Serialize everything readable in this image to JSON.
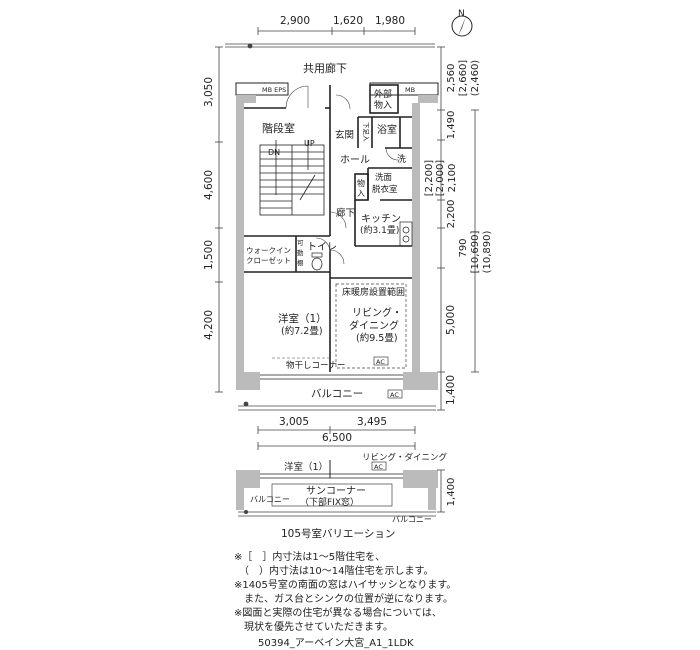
{
  "top_dims": [
    "2,900",
    "1,620",
    "1,980"
  ],
  "left_dims": [
    "3,050",
    "4,600",
    "1,500",
    "4,200"
  ],
  "right_dims_outer": [
    "2,560",
    "[2,660]",
    "(2,460)"
  ],
  "right_dims_mid": [
    "1,490",
    "[2,200]",
    "[2,000]",
    "2,100",
    "2,200",
    "790"
  ],
  "right_dims_total": [
    "[10,690]",
    "(10,890)"
  ],
  "right_dims_lower": [
    "5,000",
    "1,400"
  ],
  "bottom_dims": [
    "3,005",
    "3,495",
    "6,500"
  ],
  "rooms": {
    "common_corridor": "共用廊下",
    "stairs": "階段室",
    "dn": "DN",
    "up": "UP",
    "mb_eps": "MB EPS",
    "mb": "MB",
    "outdoor_storage_1": "外部",
    "outdoor_storage_2": "物入",
    "entrance": "玄関",
    "shoe_storage": "下足入",
    "bath": "浴室",
    "hall": "ホール",
    "wash": "洗",
    "washroom_1": "洗面",
    "washroom_2": "脱衣室",
    "closet_1": "物",
    "closet_2": "入",
    "corridor": "廊下",
    "kitchen": "キッチン",
    "kitchen_size": "(約3.1畳)",
    "walk_in_1": "ウォークイン",
    "walk_in_2": "クローゼット",
    "movable_shelf_1": "可",
    "movable_shelf_2": "動",
    "movable_shelf_3": "棚",
    "toilet": "トイレ",
    "floor_heating": "床暖房設置範囲",
    "western_room": "洋室（1）",
    "western_room_size": "(約7.2畳)",
    "living_1": "リビング・",
    "living_2": "ダイニング",
    "living_size": "(約9.5畳)",
    "ac": "AC",
    "drying_corner": "物干しコーナー",
    "balcony": "バルコニー"
  },
  "variation": {
    "western_room": "洋室（1）",
    "living": "リビング・ダイニング",
    "ac": "AC",
    "sun_corner": "サンコーナー",
    "fix_window": "（下部FIX窓）",
    "balcony_left": "バルコニー",
    "balcony_right": "バルコニー",
    "dim": "1,400",
    "caption": "105号室バリエーション"
  },
  "notes": [
    "※［　］内寸法は1～5階住宅を、",
    "　（　）内寸法は10～14階住宅を示します。",
    "※1405号室の南面の窓はハイサッシとなります。",
    "　また、ガス台とシンクの位置が逆になります。",
    "※図面と実際の住宅が異なる場合については、",
    "　現状を優先させていただきます。"
  ],
  "footer": "50394_アーベイン大宮_A1_1LDK",
  "compass": "N"
}
